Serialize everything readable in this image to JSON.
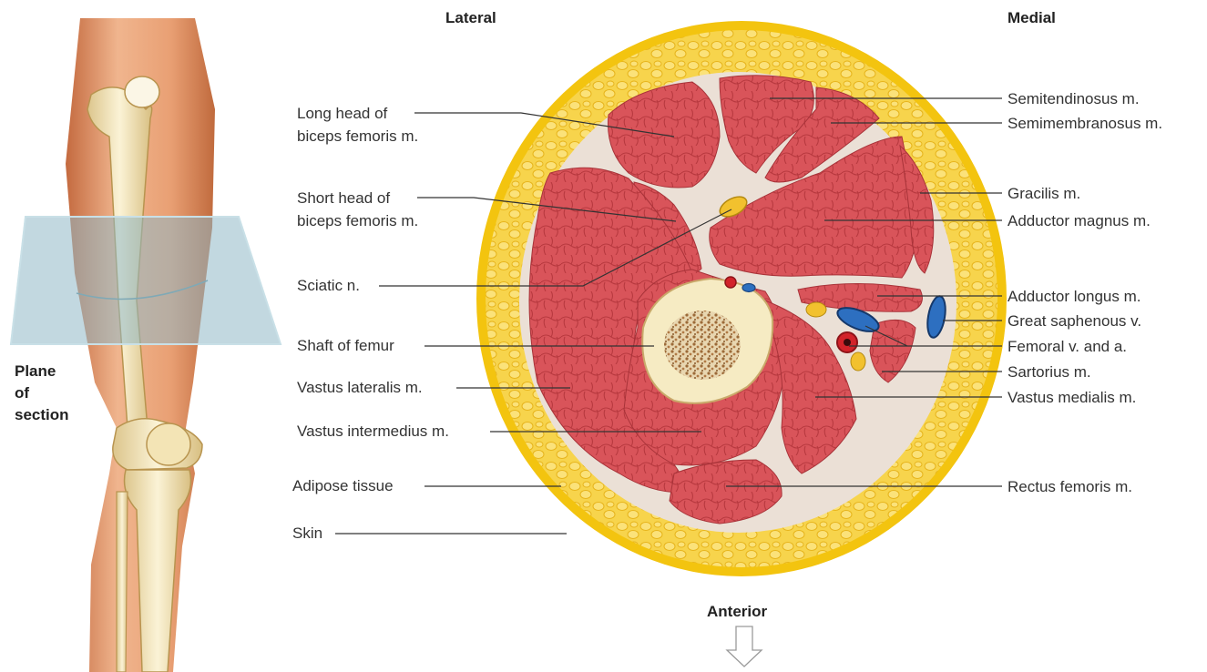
{
  "orientation": {
    "lateral": "Lateral",
    "medial": "Medial",
    "anterior": "Anterior"
  },
  "plane_label": [
    "Plane",
    "of",
    "section"
  ],
  "left_labels": [
    {
      "id": "long-head",
      "lines": [
        "Long head of",
        "biceps femoris m."
      ]
    },
    {
      "id": "short-head",
      "lines": [
        "Short head of",
        "biceps femoris m."
      ]
    },
    {
      "id": "sciatic",
      "lines": [
        "Sciatic n."
      ]
    },
    {
      "id": "shaft-femur",
      "lines": [
        "Shaft of femur"
      ]
    },
    {
      "id": "vastus-lateralis",
      "lines": [
        "Vastus lateralis m."
      ]
    },
    {
      "id": "vastus-intermedius",
      "lines": [
        "Vastus intermedius m."
      ]
    },
    {
      "id": "adipose",
      "lines": [
        "Adipose tissue"
      ]
    },
    {
      "id": "skin",
      "lines": [
        "Skin"
      ]
    }
  ],
  "right_labels": [
    {
      "id": "semitendinosus",
      "text": "Semitendinosus m."
    },
    {
      "id": "semimembranosus",
      "text": "Semimembranosus m."
    },
    {
      "id": "gracilis",
      "text": "Gracilis m."
    },
    {
      "id": "adductor-magnus",
      "text": "Adductor magnus m."
    },
    {
      "id": "adductor-longus",
      "text": "Adductor longus m."
    },
    {
      "id": "great-saphenous",
      "text": "Great saphenous v."
    },
    {
      "id": "femoral",
      "text": "Femoral v. and a."
    },
    {
      "id": "sartorius",
      "text": "Sartorius m."
    },
    {
      "id": "vastus-medialis",
      "text": "Vastus medialis m."
    },
    {
      "id": "rectus-femoris",
      "text": "Rectus femoris m."
    }
  ],
  "colors": {
    "skin": "#f3c40f",
    "fat": "#f7d44c",
    "fascia": "#ebe0d6",
    "muscle": "#d9545a",
    "muscle_light": "#e8878a",
    "bone_cortex": "#f6ebc3",
    "marrow": "#b8864f",
    "vein": "#2d6fc0",
    "artery": "#d2232a",
    "nerve": "#f2c12e",
    "leader": "#333333"
  }
}
